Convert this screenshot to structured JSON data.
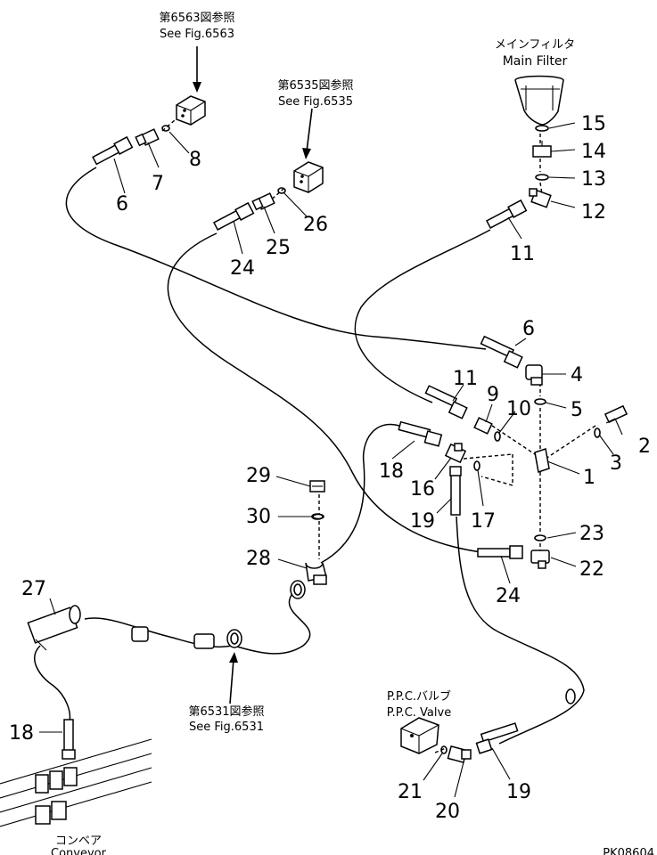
{
  "references": {
    "fig6563": {
      "jp": "第6563図参照",
      "en": "See Fig.6563"
    },
    "fig6535": {
      "jp": "第6535図参照",
      "en": "See Fig.6535"
    },
    "fig6531": {
      "jp": "第6531図参照",
      "en": "See Fig.6531"
    },
    "main_filter": {
      "jp": "メインフィルタ",
      "en": "Main Filter"
    },
    "ppc_valve": {
      "jp": "P.P.C.バルブ",
      "en": "P.P.C. Valve"
    },
    "conveyor": {
      "jp": "コンベア",
      "en": "Conveyor"
    }
  },
  "callouts": [
    "1",
    "2",
    "3",
    "4",
    "5",
    "6",
    "6",
    "7",
    "8",
    "9",
    "10",
    "11",
    "11",
    "12",
    "13",
    "14",
    "15",
    "16",
    "17",
    "18",
    "18",
    "19",
    "19",
    "20",
    "21",
    "22",
    "23",
    "24",
    "24",
    "25",
    "26",
    "27",
    "28",
    "29",
    "30"
  ],
  "drawing_code": "PK08604"
}
